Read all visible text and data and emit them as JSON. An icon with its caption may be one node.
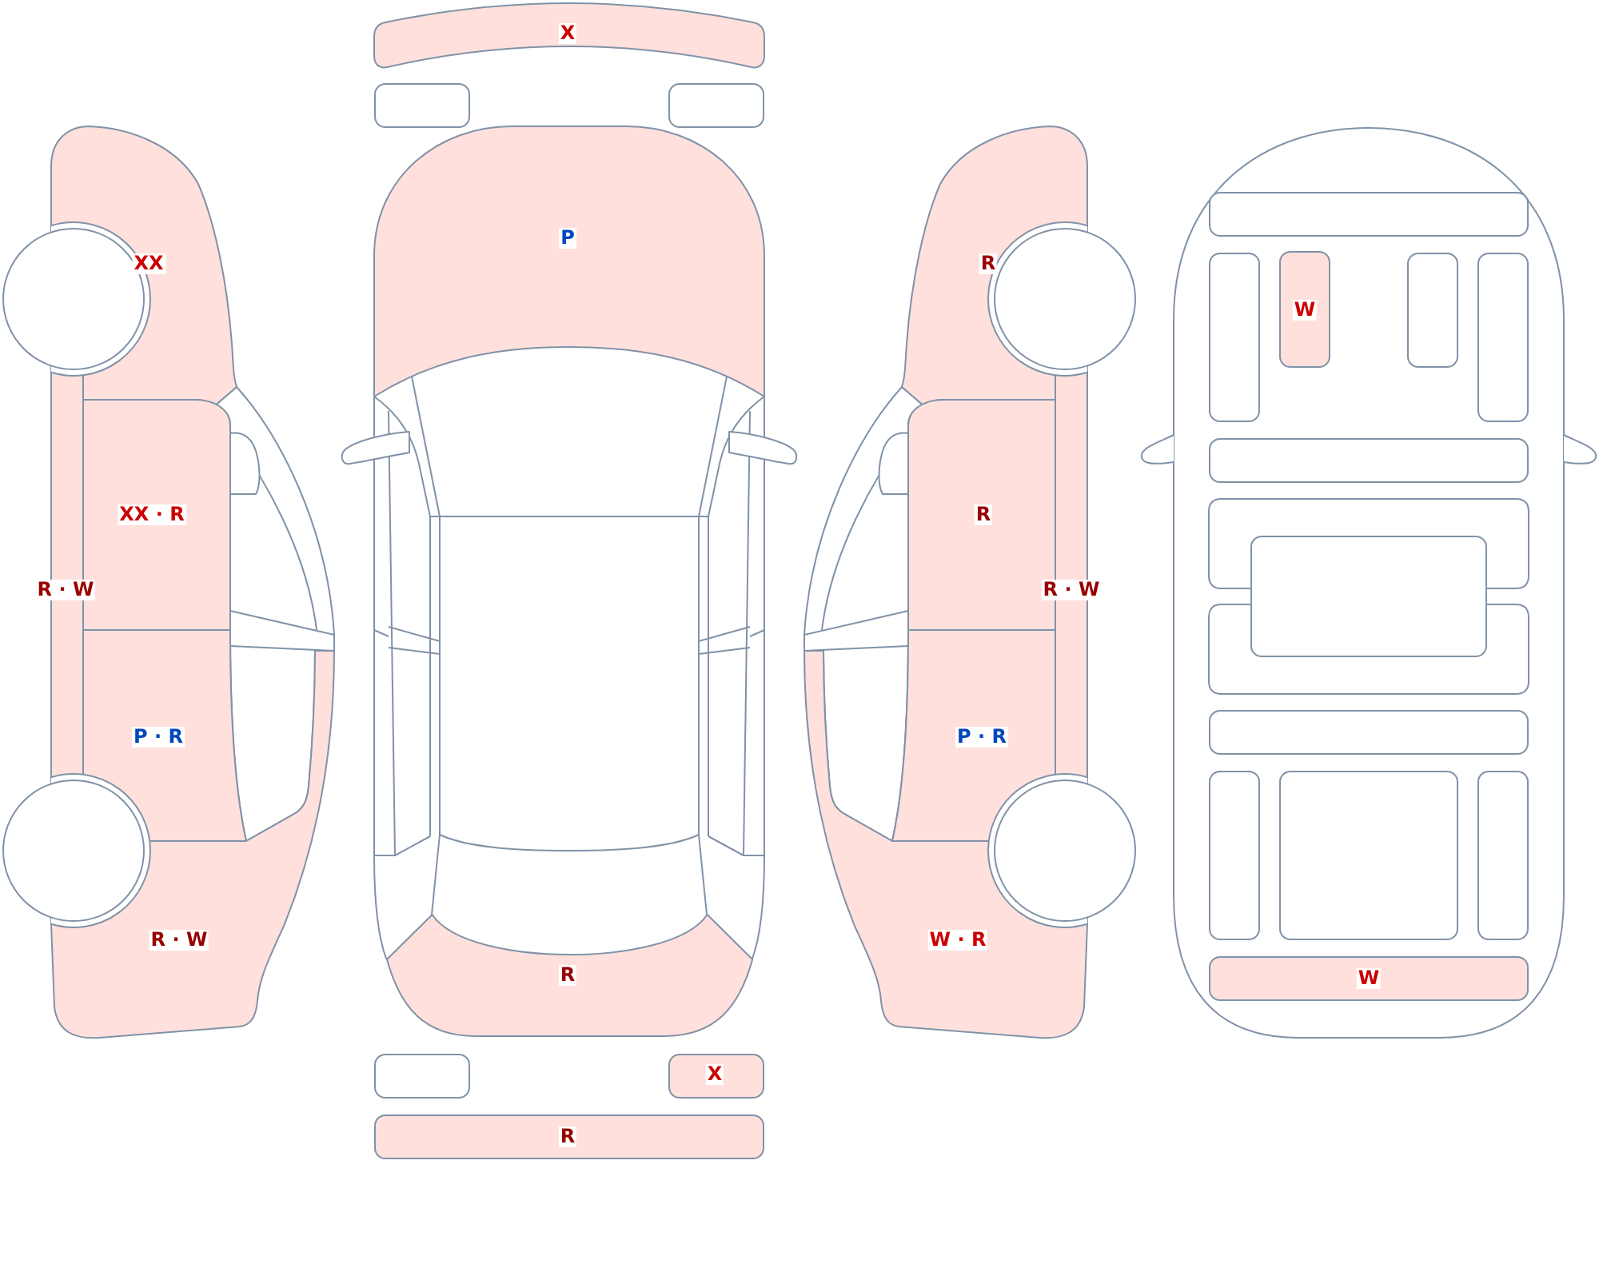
{
  "diagram": {
    "nodes": [
      {
        "text": [
          "XX"
        ]
      },
      {
        "text": [
          "XX · R"
        ]
      },
      {
        "text": [
          "R · W"
        ]
      },
      {
        "text": [
          "P · R"
        ]
      },
      {
        "text": [
          "R · W"
        ]
      },
      {
        "text": [
          "X"
        ]
      },
      {
        "text": [],
        "shape": "box"
      },
      {
        "text": [],
        "shape": "box"
      },
      {
        "text": [
          "P"
        ]
      },
      {
        "text": [
          "R"
        ]
      },
      {
        "text": [],
        "shape": "box"
      },
      {
        "text": [
          "X"
        ]
      },
      {
        "text": [
          "R"
        ]
      },
      {
        "text": [
          "R"
        ]
      },
      {
        "text": [
          "R"
        ]
      },
      {
        "text": [
          "R · W"
        ]
      },
      {
        "text": [
          "P · R"
        ]
      },
      {
        "text": [
          "W · R"
        ]
      },
      {
        "text": [],
        "shape": "box"
      },
      {
        "text": [],
        "shape": "box"
      },
      {
        "text": [
          "W"
        ]
      },
      {
        "text": [],
        "shape": "box"
      },
      {
        "text": [],
        "shape": "box"
      },
      {
        "text": [],
        "shape": "box"
      },
      {
        "text": [],
        "shape": "box"
      },
      {
        "text": [],
        "shape": "box"
      },
      {
        "text": [],
        "shape": "box"
      },
      {
        "text": [],
        "shape": "box"
      },
      {
        "text": [],
        "shape": "box"
      },
      {
        "text": [],
        "shape": "box"
      },
      {
        "text": [],
        "shape": "box"
      },
      {
        "text": [
          "W"
        ]
      }
    ]
  }
}
